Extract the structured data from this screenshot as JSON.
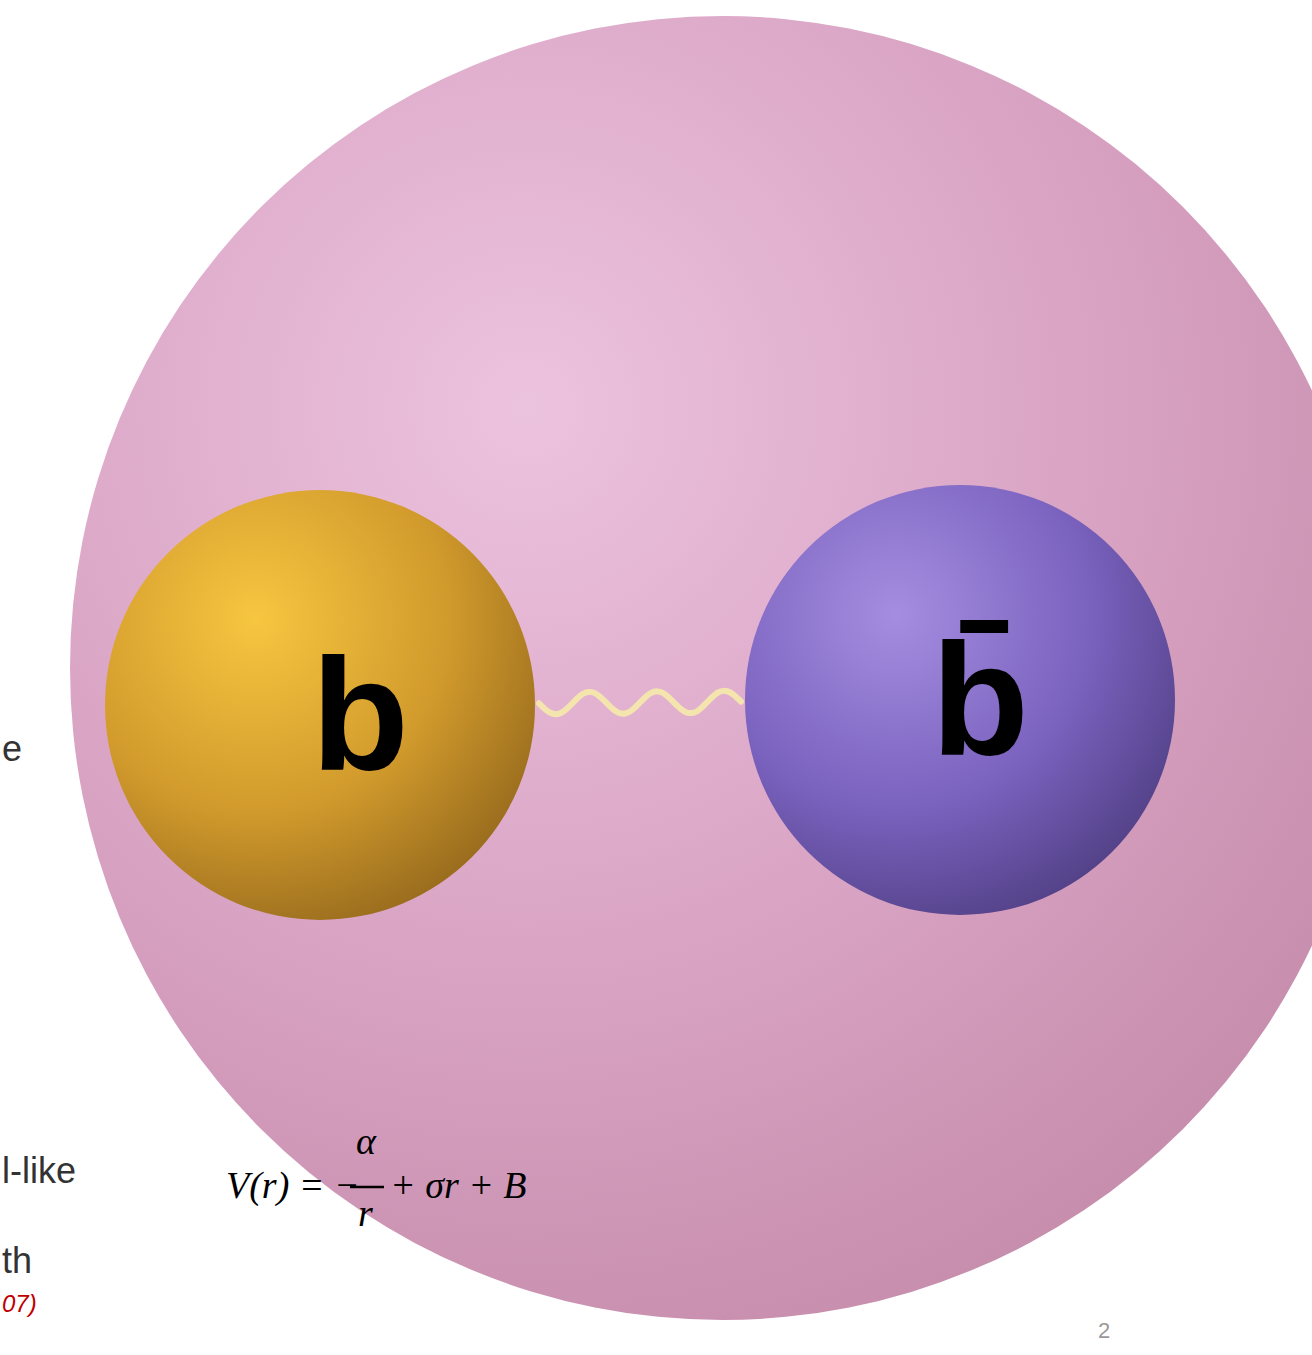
{
  "diagram": {
    "nodes": [
      {
        "text": [
          "b"
        ]
      },
      {
        "text": [
          "b̄"
        ]
      }
    ],
    "edges": [
      {
        "from": 0,
        "to": 1,
        "arrow": "none"
      }
    ],
    "labels": [
      "e",
      "l-like",
      "α",
      "V(r) = −",
      "r",
      "+ σr + B",
      "th",
      "07)",
      "2"
    ]
  }
}
